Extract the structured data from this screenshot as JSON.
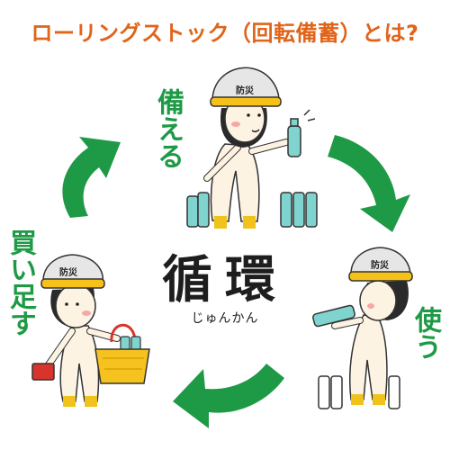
{
  "title": "ローリングストック（回転備蓄）とは?",
  "center": {
    "main": "循環",
    "reading": "じゅんかん"
  },
  "steps": [
    {
      "label": "備える"
    },
    {
      "label": "使う"
    },
    {
      "label": "買い足す"
    }
  ],
  "helmet_badge": "防災",
  "colors": {
    "title": "#e0641a",
    "accent": "#1e9a46",
    "skin": "#fdf3e3",
    "helmet": "#e6e6e6",
    "stripe": "#f6c21a",
    "bottle": "#7fd4cf",
    "basket": "#f5c21f"
  }
}
